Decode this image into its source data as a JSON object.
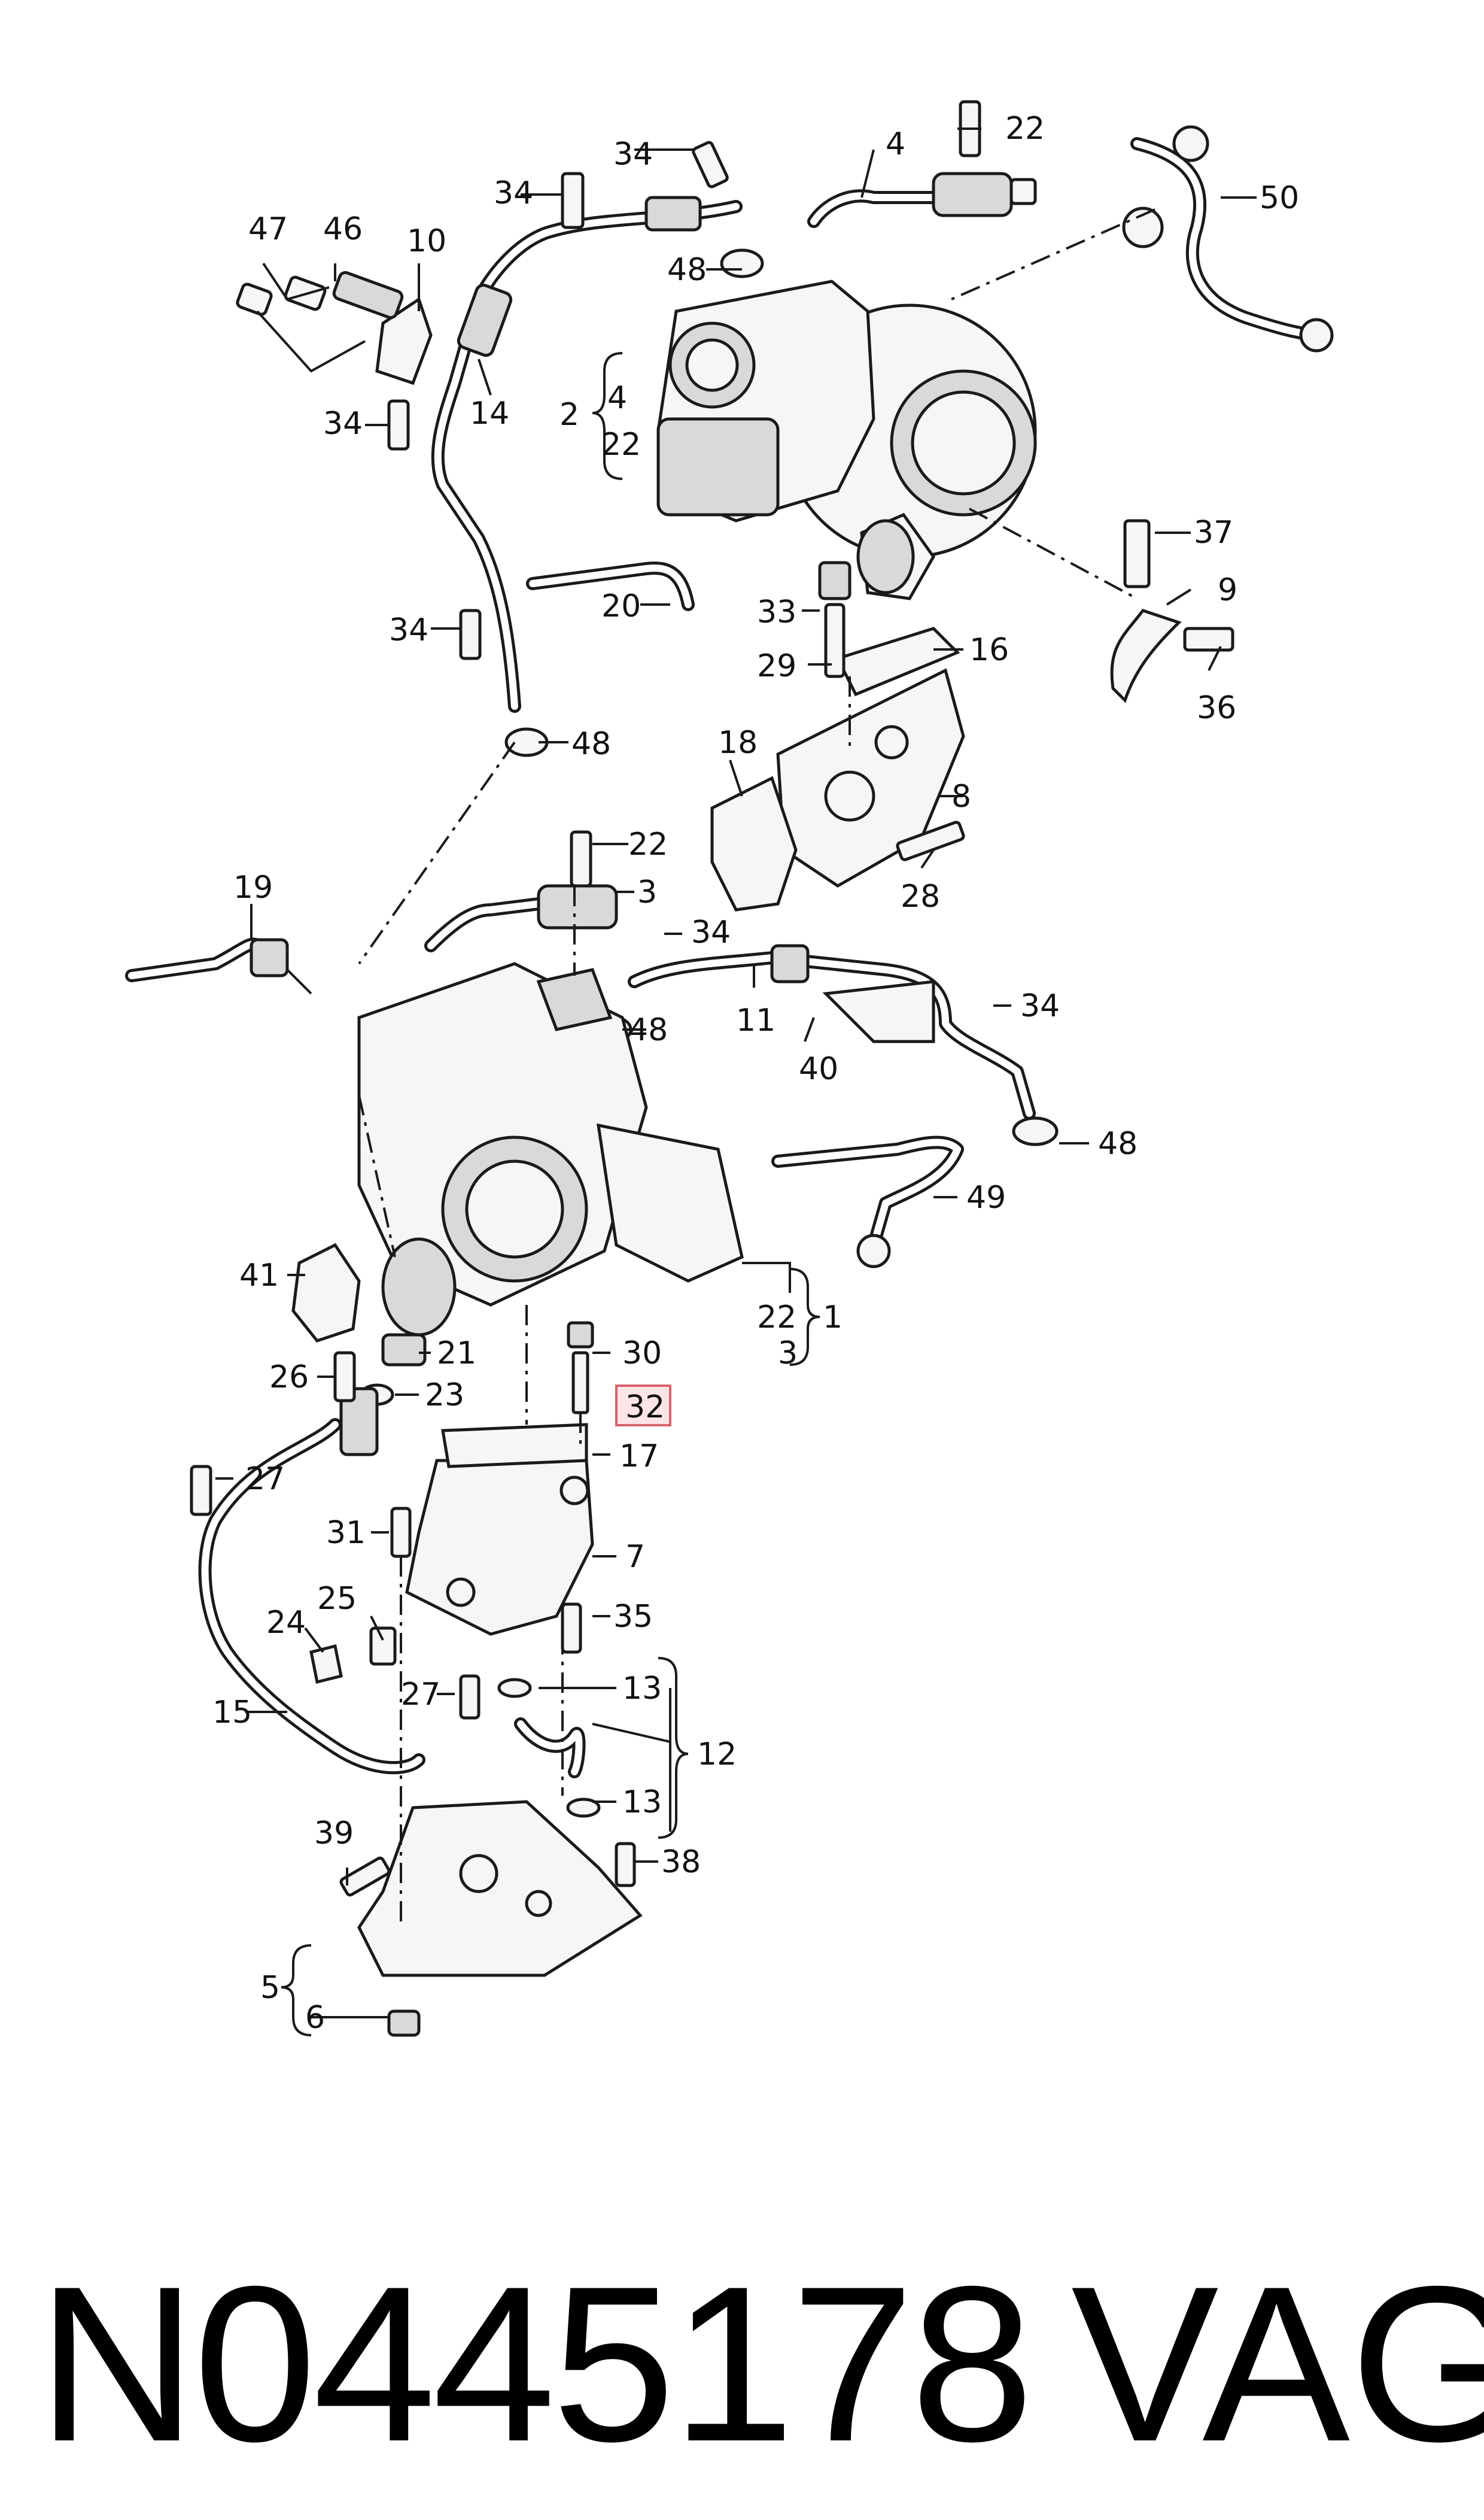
{
  "diagram": {
    "labels": {
      "l1": "1",
      "l2": "2",
      "l3": "3",
      "l3b": "3",
      "l4": "4",
      "l4b": "4",
      "l5": "5",
      "l6": "6",
      "l7": "7",
      "l8": "8",
      "l9": "9",
      "l10": "10",
      "l11": "11",
      "l12": "12",
      "l13a": "13",
      "l13b": "13",
      "l14": "14",
      "l15": "15",
      "l16": "16",
      "l17": "17",
      "l18": "18",
      "l19": "19",
      "l20": "20",
      "l21": "21",
      "l22a": "22",
      "l22b": "22",
      "l22c": "22",
      "l22d": "22",
      "l23": "23",
      "l24": "24",
      "l25": "25",
      "l26": "26",
      "l27a": "27",
      "l27b": "27",
      "l28": "28",
      "l29": "29",
      "l30": "30",
      "l31": "31",
      "l32": "32",
      "l33": "33",
      "l34a": "34",
      "l34b": "34",
      "l34c": "34",
      "l34d": "34",
      "l34e": "34",
      "l35": "35",
      "l36": "36",
      "l37": "37",
      "l38": "38",
      "l39": "39",
      "l40": "40",
      "l41": "41",
      "l46": "46",
      "l47": "47",
      "l48a": "48",
      "l48b": "48",
      "l48c": "48",
      "l48d": "48",
      "l49": "49",
      "l50": "50"
    },
    "highlighted_label": "32",
    "highlight_color": "#fde4e6",
    "highlight_border_color": "#d9626b"
  },
  "footer": {
    "part_number": "N0445178",
    "brand": "VAG"
  }
}
